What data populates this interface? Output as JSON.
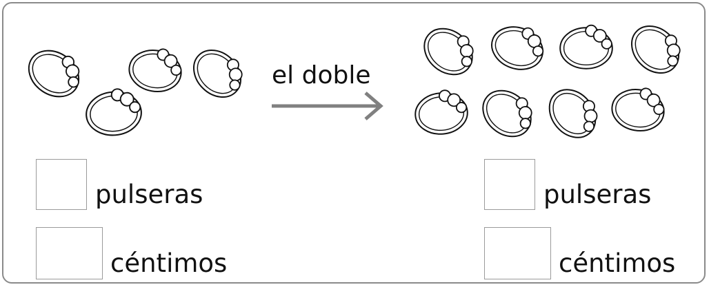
{
  "arrow": {
    "label": "el doble"
  },
  "left": {
    "bracelet_count_shown": 4,
    "answers": [
      {
        "label": "pulseras",
        "value": ""
      },
      {
        "label": "céntimos",
        "value": ""
      }
    ]
  },
  "right": {
    "bracelet_count_shown": 8,
    "answers": [
      {
        "label": "pulseras",
        "value": ""
      },
      {
        "label": "céntimos",
        "value": ""
      }
    ]
  },
  "colors": {
    "frame": "#8a8a8a",
    "arrow": "#808080",
    "box_border": "#9a9a9a"
  },
  "icons": {
    "bracelet": "bracelet-icon",
    "arrow": "arrow-right-icon"
  }
}
